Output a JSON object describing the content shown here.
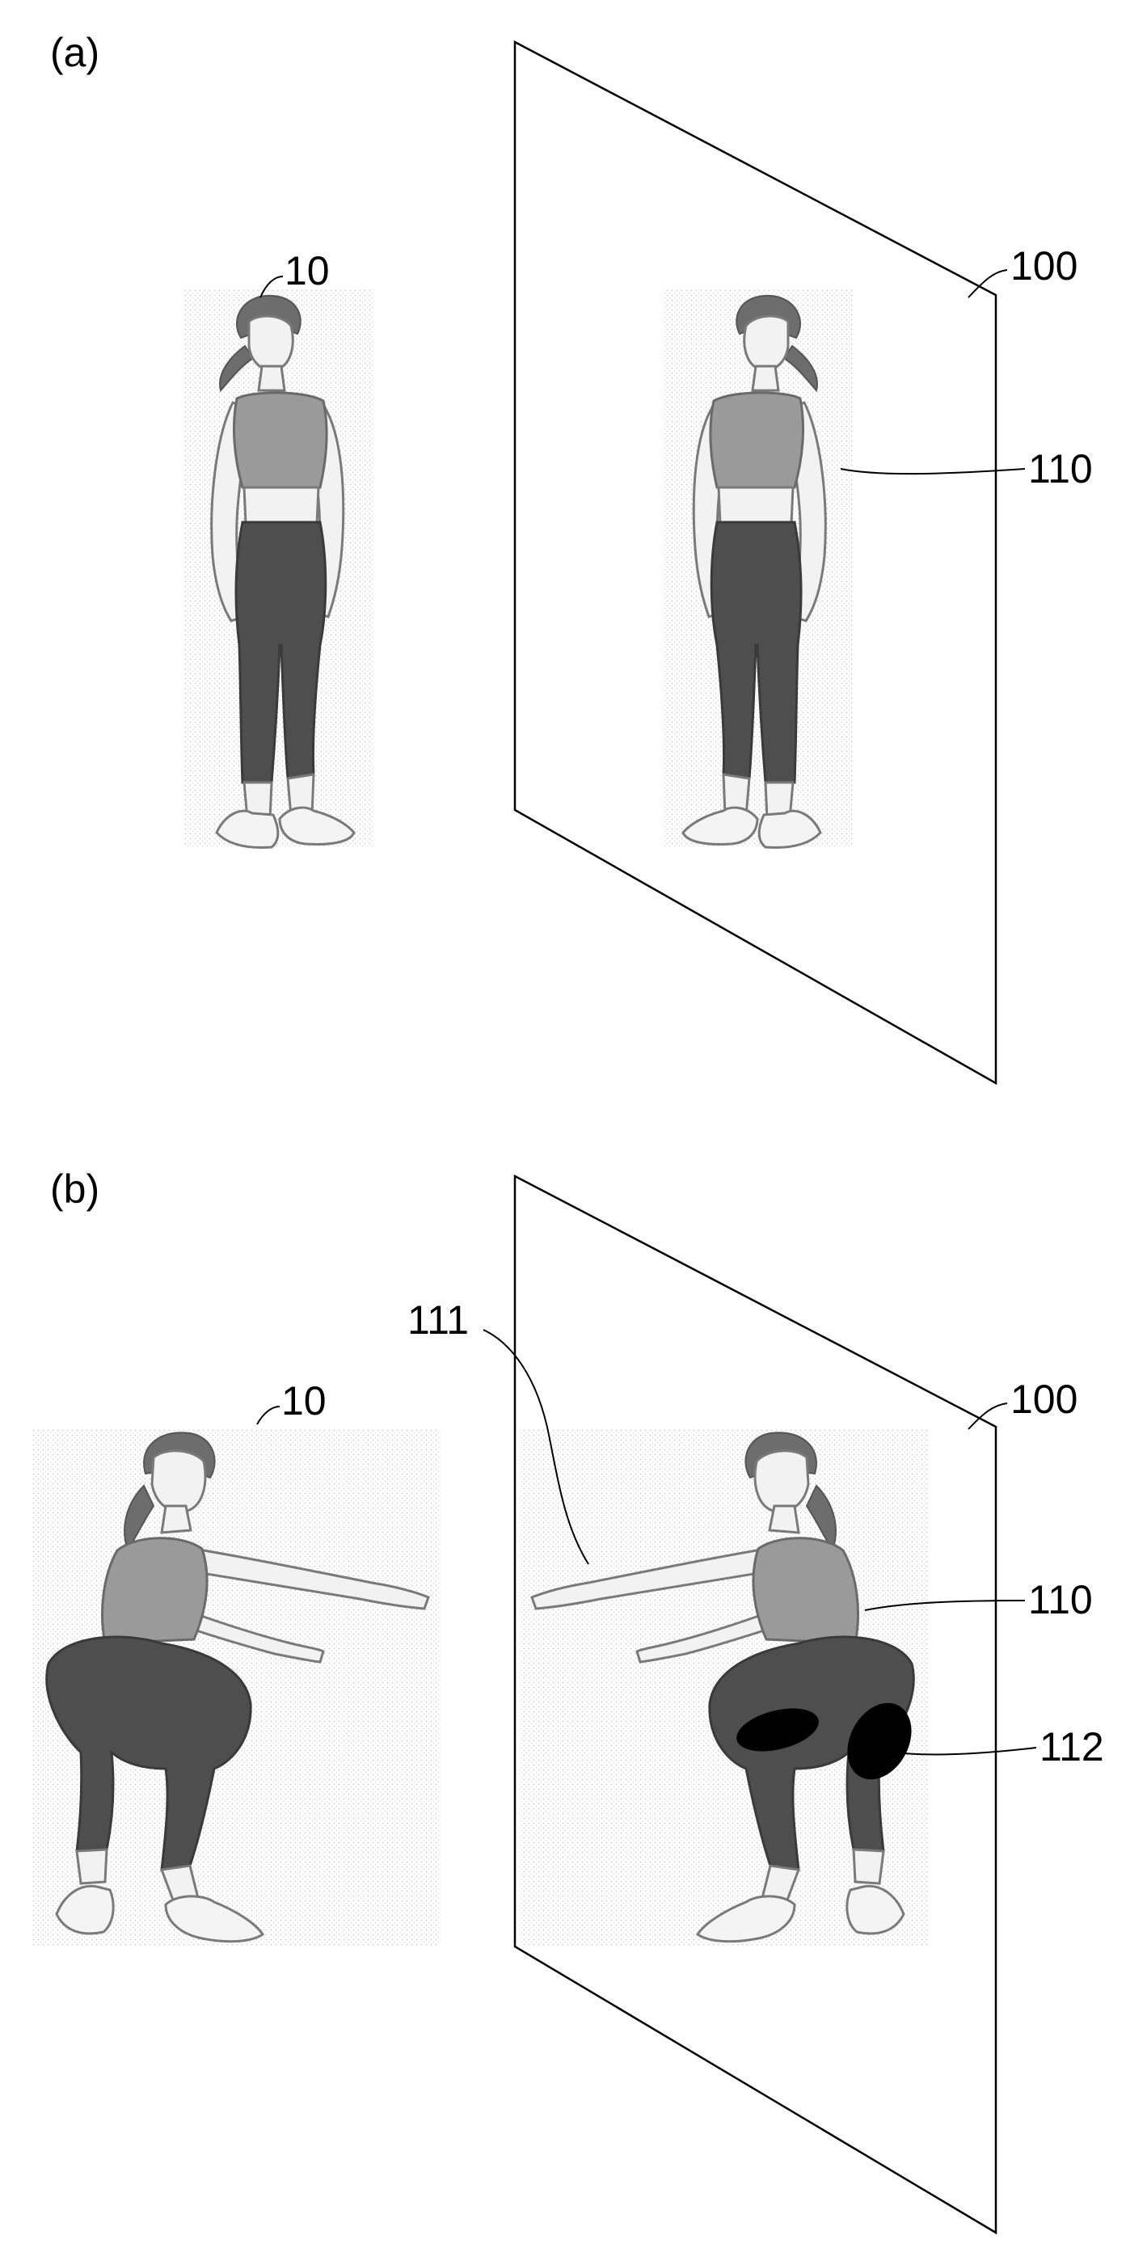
{
  "panels": [
    {
      "id": "a",
      "label": "(a)",
      "labels": {
        "user": "10",
        "mirror": "100",
        "reflection": "110"
      }
    },
    {
      "id": "b",
      "label": "(b)",
      "labels": {
        "user": "10",
        "mirror": "100",
        "reflection": "110",
        "arm": "111",
        "highlight": "112"
      }
    }
  ],
  "colors": {
    "stroke": "#000000",
    "highlight": "#000000",
    "pants": "#4e4e4e",
    "top": "#9a9a9a"
  }
}
